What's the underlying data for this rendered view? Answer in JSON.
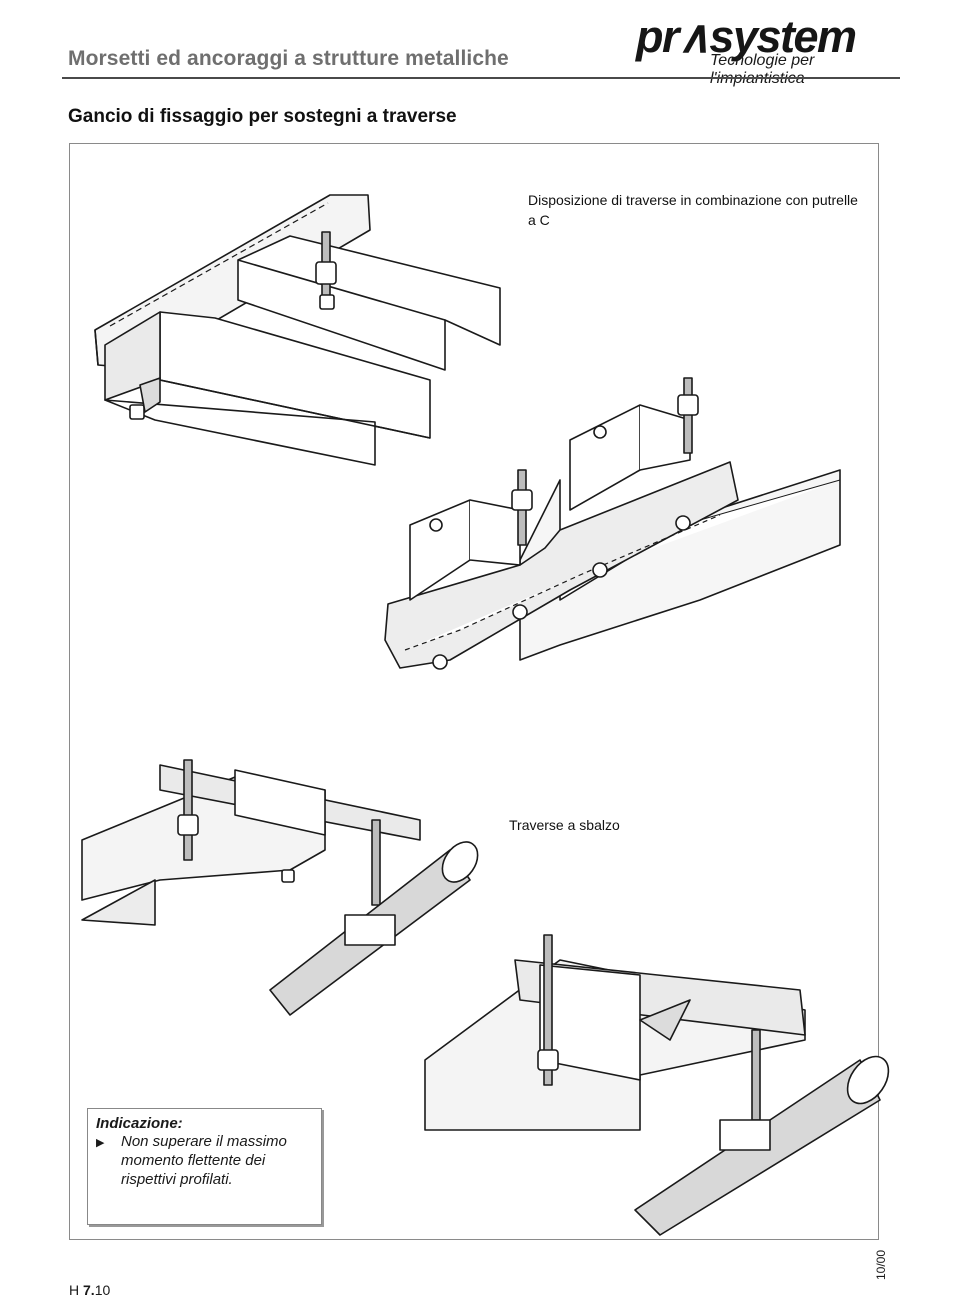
{
  "header": {
    "title": "Morsetti ed ancoraggi a strutture metalliche",
    "logo_text": "pr∧system",
    "logo_tagline": "Tecnologie per l'impiantistica"
  },
  "section_title": "Gancio di fissaggio per sostegni a traverse",
  "figure": {
    "caption_top": "Disposizione di traverse in combinazione con putrelle a C",
    "caption_middle": "Traverse a sbalzo"
  },
  "note": {
    "title": "Indicazione:",
    "text": "Non superare il massimo momento flettente dei rispettivi profilati."
  },
  "footer": {
    "page_prefix": "H ",
    "page_number": "7.",
    "page_suffix": "10",
    "date_code": "10/00"
  }
}
